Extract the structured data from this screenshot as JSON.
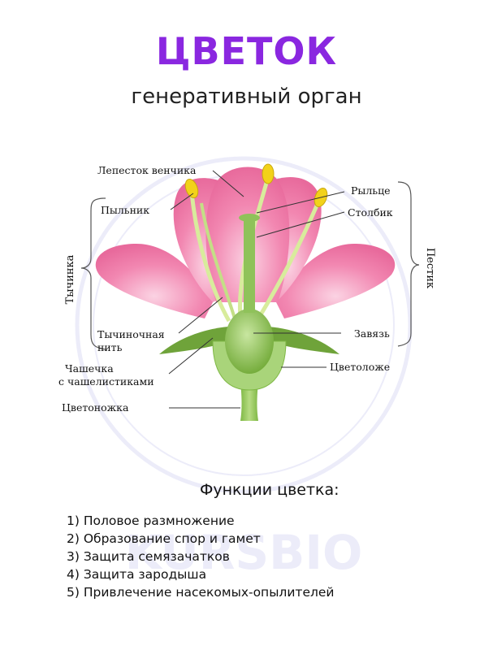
{
  "title": "ЦВЕТОК",
  "subtitle": "генеративный орган",
  "colors": {
    "title": "#8a27e0",
    "petal": "#f07aa8",
    "stem_green": "#9ccc64",
    "anther_yellow": "#f2d21a",
    "watermark": "#c9c9f0"
  },
  "diagram": {
    "labels": {
      "petal": "Лепесток венчика",
      "anther": "Пыльник",
      "stigma": "Рыльце",
      "style": "Столбик",
      "filament": [
        "Тычиночная",
        "нить"
      ],
      "ovary": "Завязь",
      "sepals": [
        "Чашечка",
        "с чашелистиками"
      ],
      "receptacle": "Цветоложе",
      "pedicel": "Цветоножка",
      "stamen": "Тычинка",
      "pistil": "Пестик"
    },
    "watermark": "KURSBIO"
  },
  "functions": {
    "heading": "Функции цветка:",
    "items": [
      "1) Половое размножение",
      "2) Образование спор и гамет",
      "3) Защита семязачатков",
      "4) Защита зародыша",
      "5) Привлечение насекомых-опылителей"
    ]
  }
}
